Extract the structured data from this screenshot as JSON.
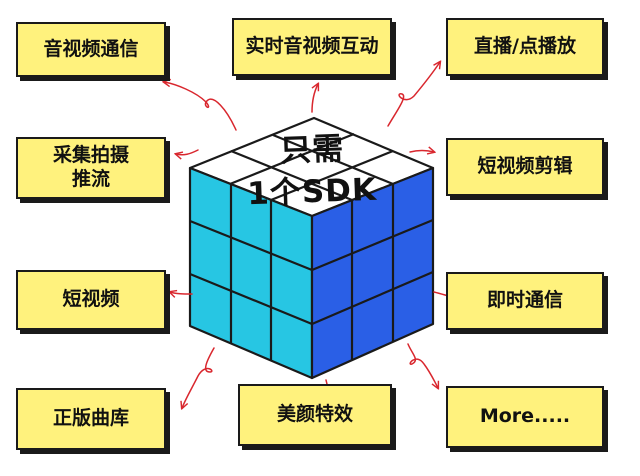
{
  "center": {
    "line1": "只需",
    "line2": "1个SDK"
  },
  "features": {
    "top_left": "音视频通信",
    "top_center": "实时音视频互动",
    "top_right": "直播/点播放",
    "mid_left_line1": "采集拍摄",
    "mid_left_line2": "推流",
    "mid_right": "短视频剪辑",
    "lower_left": "短视频",
    "lower_right": "即时通信",
    "bottom_left": "正版曲库",
    "bottom_center": "美颜特效",
    "bottom_right": "More....."
  },
  "colors": {
    "note_fill": "#fff27d",
    "cube_left_face": "#27c6e3",
    "cube_right_face": "#2a5fe6",
    "cube_top_face": "#ffffff",
    "arrow": "#d9272e"
  }
}
